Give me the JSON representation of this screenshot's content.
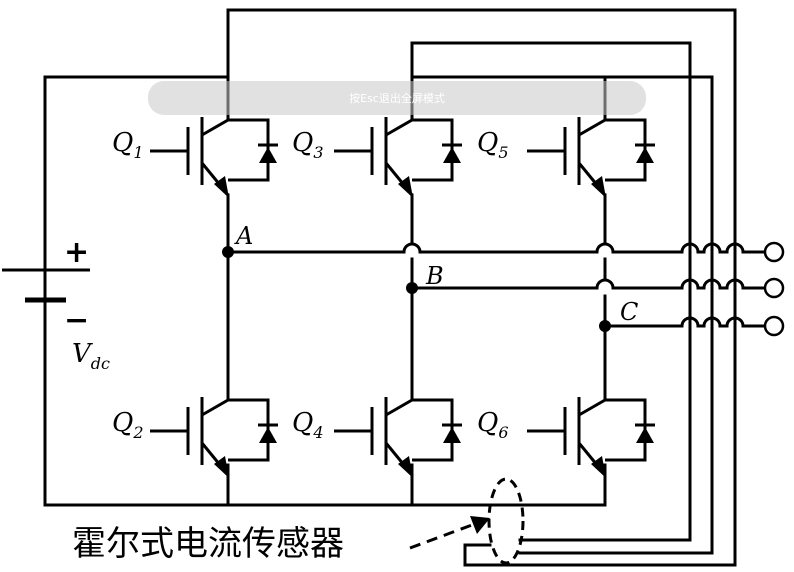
{
  "transistors": [
    {
      "letter": "Q",
      "index": "1"
    },
    {
      "letter": "Q",
      "index": "3"
    },
    {
      "letter": "Q",
      "index": "5"
    },
    {
      "letter": "Q",
      "index": "2"
    },
    {
      "letter": "Q",
      "index": "4"
    },
    {
      "letter": "Q",
      "index": "6"
    }
  ],
  "nodes": {
    "a": "A",
    "b": "B",
    "c": "C"
  },
  "source": {
    "plus": "+",
    "minus": "−",
    "v_letter": "V",
    "v_sub": "dc"
  },
  "sensor_label": "霍尔式电流传感器",
  "overlay_hint": "按Esc退出全屏模式",
  "colors": {
    "line": "#000000",
    "overlay": "#c8c8c8"
  }
}
